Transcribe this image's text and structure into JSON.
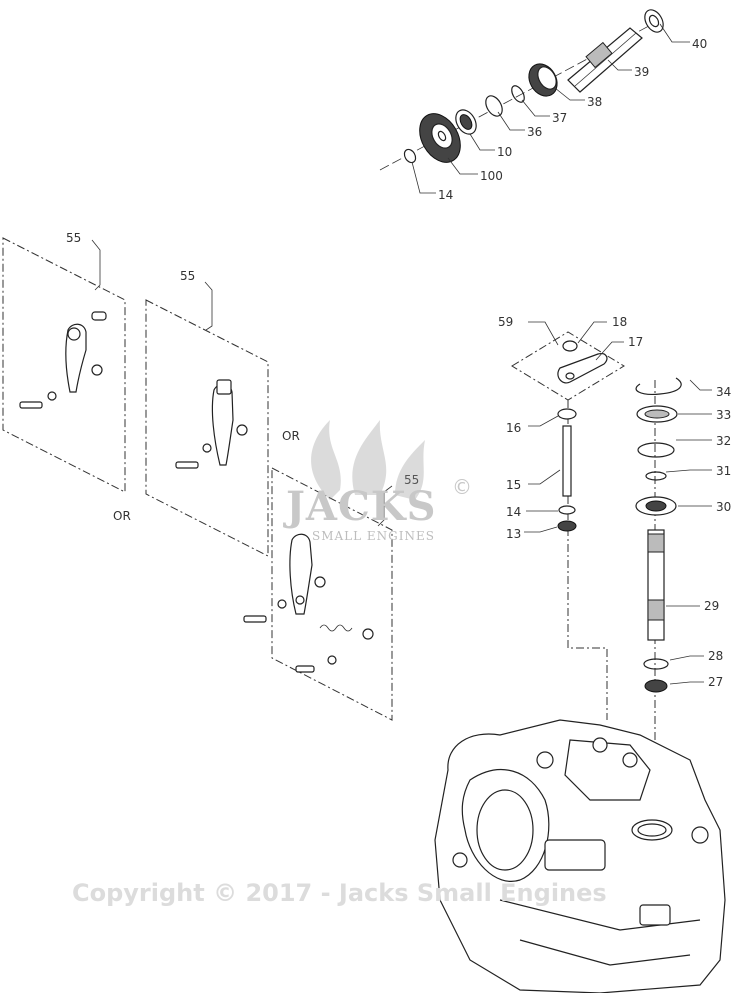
{
  "watermark": {
    "brand": "JACKS",
    "subtitle": "SMALL ENGINES",
    "registered_mark": "©",
    "copyright": "Copyright © 2017 - Jacks Small Engines"
  },
  "or_labels": [
    "OR",
    "OR"
  ],
  "part_callouts": [
    {
      "id": "40",
      "label": "40"
    },
    {
      "id": "39",
      "label": "39"
    },
    {
      "id": "38",
      "label": "38"
    },
    {
      "id": "37",
      "label": "37"
    },
    {
      "id": "36",
      "label": "36"
    },
    {
      "id": "10",
      "label": "10"
    },
    {
      "id": "100",
      "label": "100"
    },
    {
      "id": "14a",
      "label": "14"
    },
    {
      "id": "55a",
      "label": "55"
    },
    {
      "id": "55b",
      "label": "55"
    },
    {
      "id": "55c",
      "label": "55"
    },
    {
      "id": "59",
      "label": "59"
    },
    {
      "id": "18",
      "label": "18"
    },
    {
      "id": "17",
      "label": "17"
    },
    {
      "id": "16",
      "label": "16"
    },
    {
      "id": "15",
      "label": "15"
    },
    {
      "id": "14b",
      "label": "14"
    },
    {
      "id": "13",
      "label": "13"
    },
    {
      "id": "34",
      "label": "34"
    },
    {
      "id": "33",
      "label": "33"
    },
    {
      "id": "32",
      "label": "32"
    },
    {
      "id": "31",
      "label": "31"
    },
    {
      "id": "30",
      "label": "30"
    },
    {
      "id": "29",
      "label": "29"
    },
    {
      "id": "28",
      "label": "28"
    },
    {
      "id": "27",
      "label": "27"
    }
  ]
}
